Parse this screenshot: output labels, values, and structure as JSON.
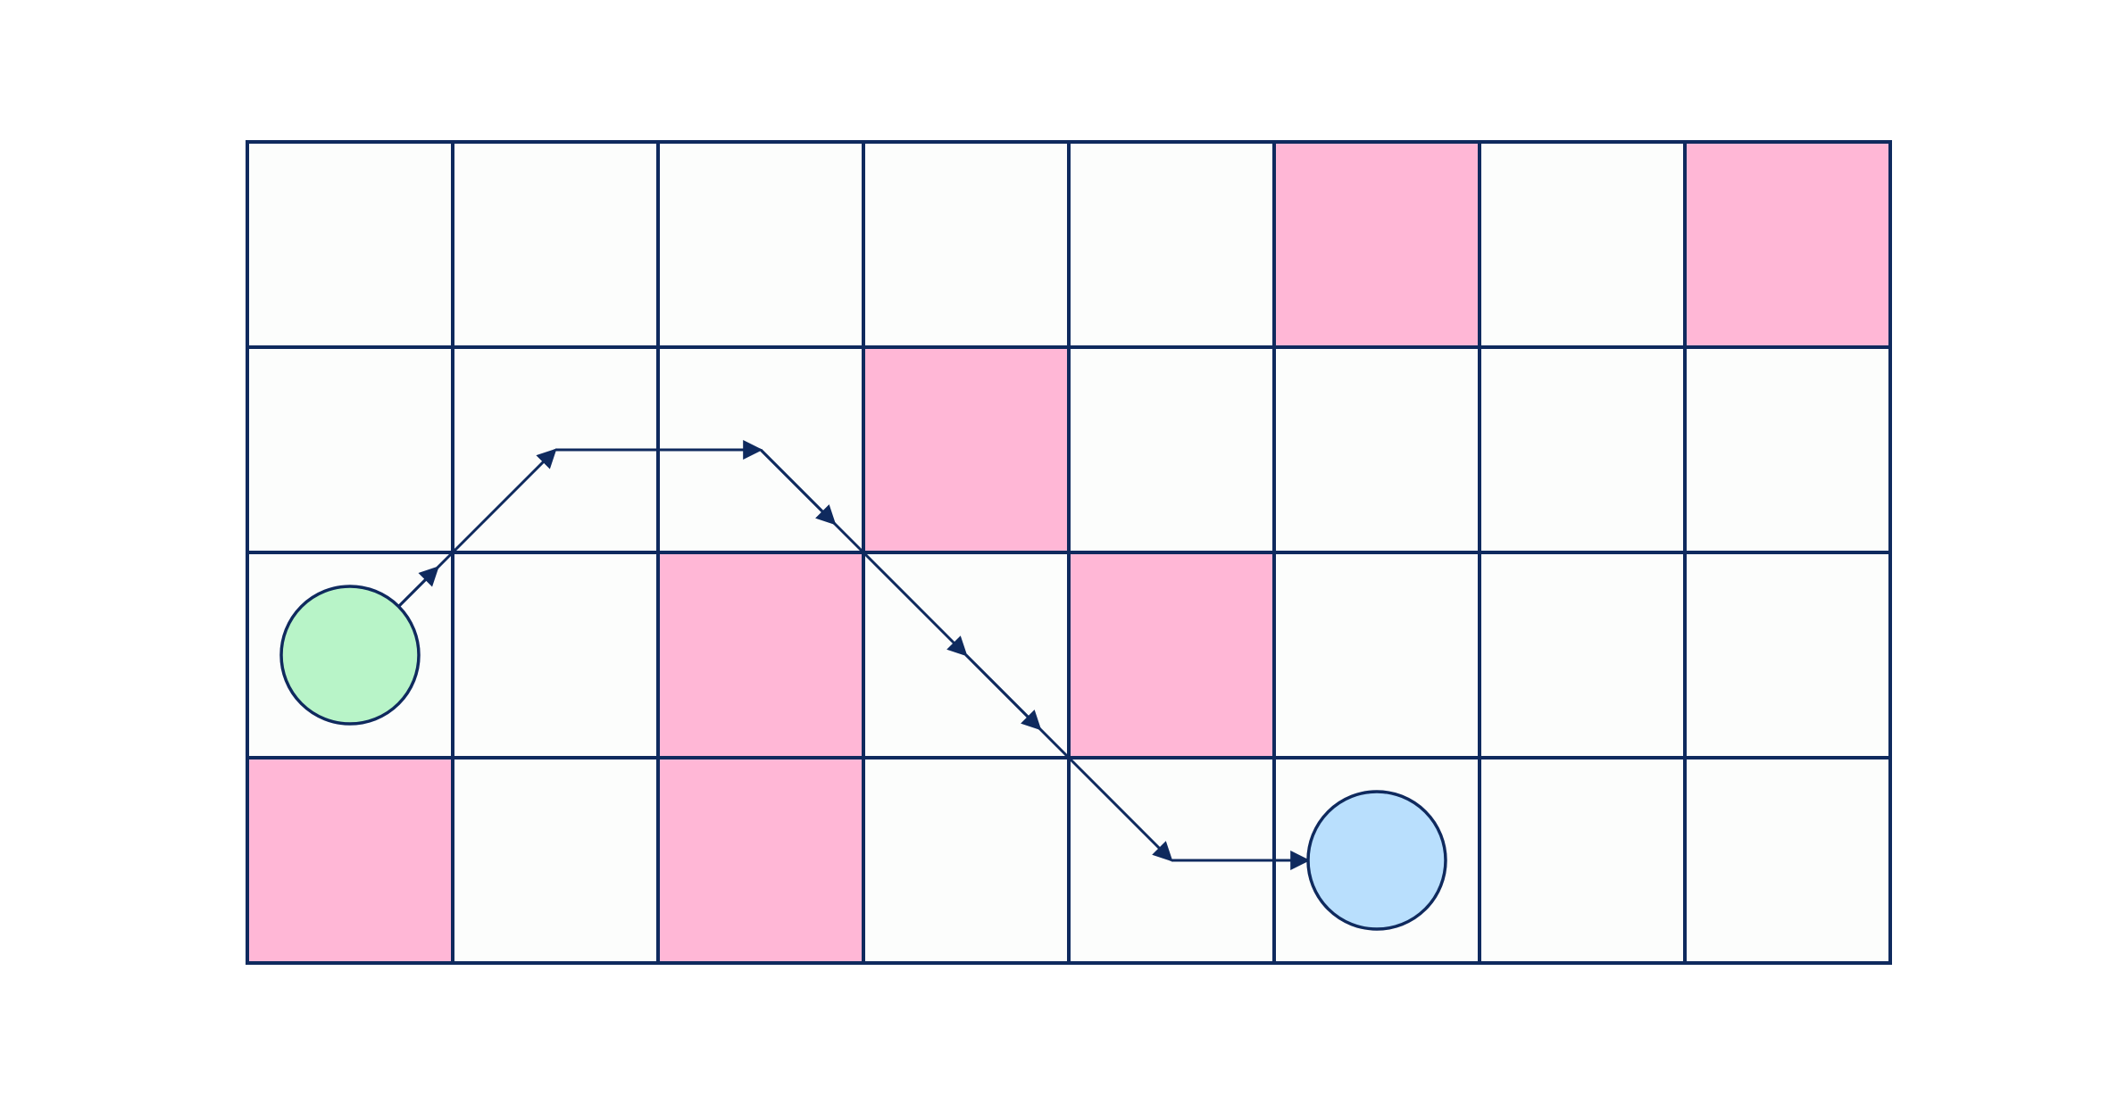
{
  "diagram": {
    "type": "grid-pathfinding",
    "rows": 4,
    "cols": 8,
    "colors": {
      "background": "#ffffff",
      "free_cell": "#fcfdfc",
      "obstacle_cell": "#ffb7d6",
      "grid_line": "#0f2a5e",
      "start_fill": "#b8f4c8",
      "goal_fill": "#b9dffd",
      "path": "#0f2a5e"
    },
    "obstacles": [
      {
        "row": 0,
        "col": 5
      },
      {
        "row": 0,
        "col": 7
      },
      {
        "row": 1,
        "col": 3
      },
      {
        "row": 2,
        "col": 2
      },
      {
        "row": 2,
        "col": 4
      },
      {
        "row": 3,
        "col": 0
      },
      {
        "row": 3,
        "col": 2
      }
    ],
    "start": {
      "row": 2,
      "col": 0
    },
    "goal": {
      "row": 3,
      "col": 5
    },
    "path": [
      {
        "row": 2,
        "col": 0
      },
      {
        "row": 1,
        "col": 1
      },
      {
        "row": 1,
        "col": 2
      },
      {
        "row": 2,
        "col": 3
      },
      {
        "row": 3,
        "col": 4
      },
      {
        "row": 3,
        "col": 5
      }
    ]
  }
}
